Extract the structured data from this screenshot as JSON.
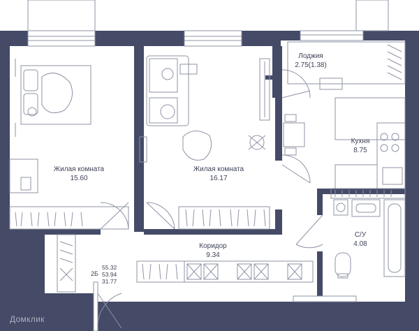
{
  "colors": {
    "wall": "#454a67",
    "line": "#8f93a6",
    "text": "#3f4257",
    "background": "#ffffff"
  },
  "rooms": {
    "living1": {
      "name": "Жилая комната",
      "area": "15.60"
    },
    "living2": {
      "name": "Жилая комната",
      "area": "16.17"
    },
    "loggia": {
      "name": "Лоджия",
      "area": "2.75(1.38)"
    },
    "kitchen": {
      "name": "Кухня",
      "area": "8.75"
    },
    "bath": {
      "name": "С/У",
      "area": "4.08"
    },
    "corridor": {
      "name": "Коридор",
      "area": "9.34"
    }
  },
  "summary": {
    "type": "2Б",
    "total": "55.32",
    "living": "53.94",
    "net": "31.77"
  },
  "watermark": "Домклик"
}
